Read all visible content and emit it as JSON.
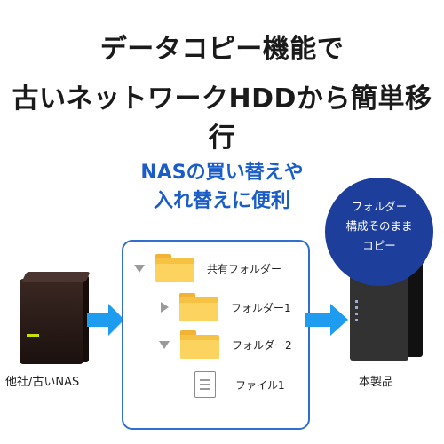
{
  "headline": {
    "line1": "データコピー機能で",
    "line2": "古いネットワークHDDから簡単移行"
  },
  "subheadline": {
    "line1": "NASの買い替えや",
    "line2": "入れ替えに便利"
  },
  "tree": {
    "items": [
      {
        "label": "共有フォルダー"
      },
      {
        "label": "フォルダー1"
      },
      {
        "label": "フォルダー2"
      },
      {
        "label": "ファイル1"
      }
    ]
  },
  "devices": {
    "source_label": "他社/古いNAS",
    "target_label": "本製品"
  },
  "badge": {
    "line1": "フォルダー",
    "line2": "構成そのまま",
    "line3": "コピー"
  },
  "colors": {
    "accent": "#1a5cc8",
    "badge": "#1d3f9b",
    "arrow": "#1e9cf0",
    "folder": "#f6c244"
  }
}
